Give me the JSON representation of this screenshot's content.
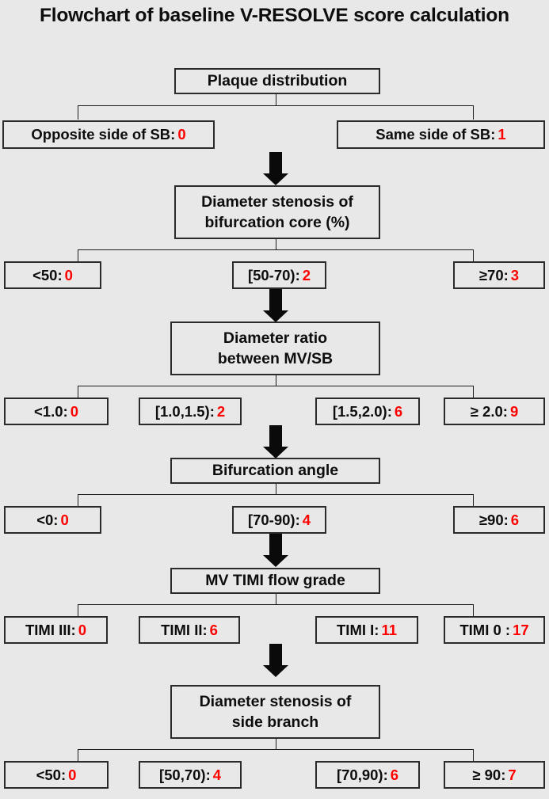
{
  "title": "Flowchart of baseline V-RESOLVE score calculation",
  "colors": {
    "background": "#e8e8e8",
    "box_border": "#2b2b2b",
    "text": "#0d0d0d",
    "score": "#ff0000",
    "arrow": "#0a0a0a",
    "connector": "#1c1c1c"
  },
  "stages": [
    {
      "id": "plaque-distribution",
      "title_line1": "Plaque distribution",
      "title_line2": "",
      "options": [
        {
          "label": "Opposite side of SB:",
          "score": "0"
        },
        {
          "label": "Same side of SB:",
          "score": "1"
        }
      ]
    },
    {
      "id": "diameter-stenosis-bifurcation-core",
      "title_line1": "Diameter stenosis of",
      "title_line2": "bifurcation core  (%)",
      "options": [
        {
          "label": "<50:",
          "score": "0"
        },
        {
          "label": "[50-70):",
          "score": "2"
        },
        {
          "label": "≥70:",
          "score": "3"
        }
      ]
    },
    {
      "id": "diameter-ratio-mv-sb",
      "title_line1": "Diameter ratio",
      "title_line2": "between MV/SB",
      "options": [
        {
          "label": "<1.0:",
          "score": "0"
        },
        {
          "label": "[1.0,1.5):",
          "score": "2"
        },
        {
          "label": "[1.5,2.0):",
          "score": "6"
        },
        {
          "label": "≥ 2.0:",
          "score": "9"
        }
      ]
    },
    {
      "id": "bifurcation-angle",
      "title_line1": "Bifurcation angle",
      "title_line2": "",
      "options": [
        {
          "label": "<0:",
          "score": "0"
        },
        {
          "label": "[70-90):",
          "score": "4"
        },
        {
          "label": "≥90:",
          "score": "6"
        }
      ]
    },
    {
      "id": "mv-timi-flow-grade",
      "title_line1": "MV TIMI flow grade",
      "title_line2": "",
      "options": [
        {
          "label": "TIMI III:",
          "score": "0"
        },
        {
          "label": "TIMI II:",
          "score": "6"
        },
        {
          "label": "TIMI I:",
          "score": "11"
        },
        {
          "label": "TIMI 0 :",
          "score": "17"
        }
      ]
    },
    {
      "id": "diameter-stenosis-side-branch",
      "title_line1": "Diameter stenosis of",
      "title_line2": "side branch",
      "options": [
        {
          "label": "<50:",
          "score": "0"
        },
        {
          "label": "[50,70):",
          "score": "4"
        },
        {
          "label": "[70,90):",
          "score": "6"
        },
        {
          "label": "≥ 90:",
          "score": "7"
        }
      ]
    }
  ]
}
